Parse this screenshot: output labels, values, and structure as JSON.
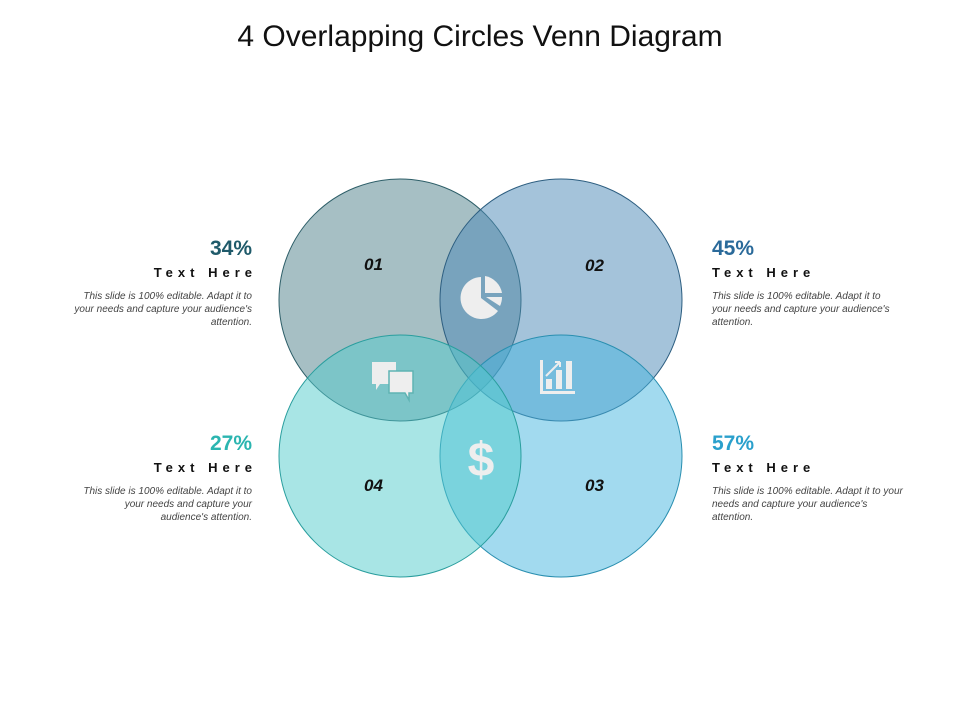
{
  "title": "4 Overlapping Circles Venn Diagram",
  "circles": [
    {
      "label": "01",
      "color": "#4e7f89"
    },
    {
      "label": "02",
      "color": "#4a88b6"
    },
    {
      "label": "03",
      "color": "#45b6df"
    },
    {
      "label": "04",
      "color": "#52cccb"
    }
  ],
  "icons": [
    "pie-chart-icon",
    "chat-bubbles-icon",
    "bar-chart-growth-icon",
    "dollar-icon"
  ],
  "dollar": "$",
  "blocks": [
    {
      "percent": "34%",
      "heading": "Text Here",
      "desc": "This slide is 100% editable. Adapt it to your needs and capture your audience's attention.",
      "color": "#1f5a6a"
    },
    {
      "percent": "45%",
      "heading": "Text Here",
      "desc": "This slide is 100% editable. Adapt it to your needs and capture your audience's attention.",
      "color": "#2a6a9a"
    },
    {
      "percent": "27%",
      "heading": "Text Here",
      "desc": "This slide is 100% editable. Adapt it to your needs and capture your audience's attention.",
      "color": "#2bb5b0"
    },
    {
      "percent": "57%",
      "heading": "Text Here",
      "desc": "This slide is 100% editable. Adapt it to your needs and capture your audience's attention.",
      "color": "#2aa0cc"
    }
  ]
}
